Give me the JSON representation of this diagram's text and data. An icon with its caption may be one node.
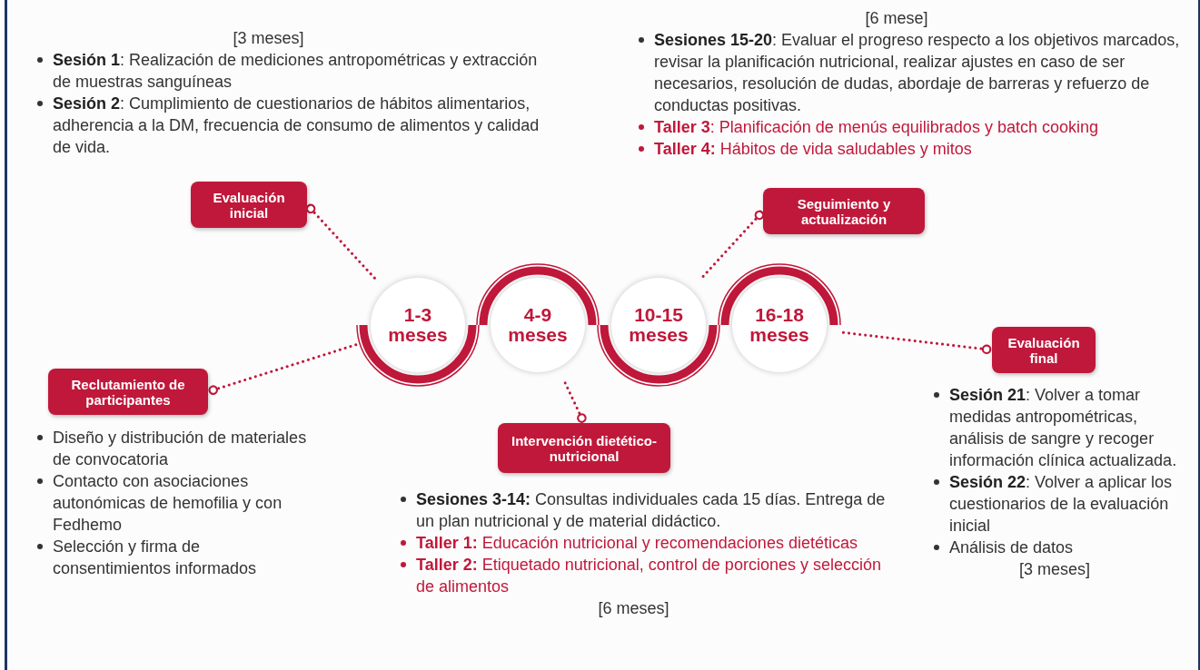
{
  "diagram": {
    "nodes": [
      {
        "text": [
          "Evaluación inicial"
        ],
        "beside": [
          "[3 meses]",
          "**Sesión 1**: Realización de mediciones antropométricas y extracción de muestras sanguíneas",
          "**Sesión 2**: Cumplimiento de cuestionarios de hábitos alimentarios, adherencia a la DM, frecuencia de consumo de alimentos y calidad de vida."
        ]
      },
      {
        "text": [
          "Seguimiento y actualización"
        ],
        "beside": [
          "[6 mese]",
          "**Sesiones 15-20**: Evaluar el progreso respecto a los objetivos marcados, revisar la planificación nutricional, realizar ajustes en caso de ser necesarios, resolución de dudas, abordaje de barreras y refuerzo de conductas positivas.",
          "**Taller 3**: Planificación de menús equilibrados y batch cooking",
          "**Taller 4:** Hábitos de vida saludables y mitos"
        ]
      },
      {
        "text": [
          "1-3 meses"
        ]
      },
      {
        "text": [
          "4-9 meses"
        ]
      },
      {
        "text": [
          "10-15 meses"
        ]
      },
      {
        "text": [
          "16-18 meses"
        ]
      },
      {
        "text": [
          "Evaluación final"
        ],
        "beside": [
          "**Sesión 21**: Volver a tomar medidas antropométricas, análisis de sangre y recoger información clínica actualizada.",
          "**Sesión 22**: Volver a aplicar los cuestionarios de la evaluación inicial",
          "Análisis de datos",
          "[3 meses]"
        ]
      },
      {
        "text": [
          "Reclutamiento de participantes"
        ],
        "beside": [
          "Diseño y distribución de materiales de convocatoria",
          "Contacto con asociaciones autonómicas de hemofilia y con Fedhemo",
          "Selección y firma de consentimientos informados"
        ]
      },
      {
        "text": [
          "Intervención dietético-nutricional"
        ],
        "beside": [
          "**Sesiones 3-14:** Consultas individuales cada 15 días. Entrega de un plan nutricional y de material didáctico.",
          "**Taller 1:** Educación nutricional y recomendaciones dietéticas",
          "**Taller 2:** Etiquetado nutricional, control de porciones y selección de alimentos",
          "[6 meses]"
        ]
      }
    ],
    "edges": [
      {
        "from": 0,
        "to": 2,
        "arrow": "other"
      },
      {
        "from": 1,
        "to": 4,
        "arrow": "other"
      },
      {
        "from": 6,
        "to": 5,
        "arrow": "other"
      },
      {
        "from": 7,
        "to": 2,
        "arrow": "other"
      },
      {
        "from": 8,
        "to": 3,
        "arrow": "other"
      }
    ]
  }
}
